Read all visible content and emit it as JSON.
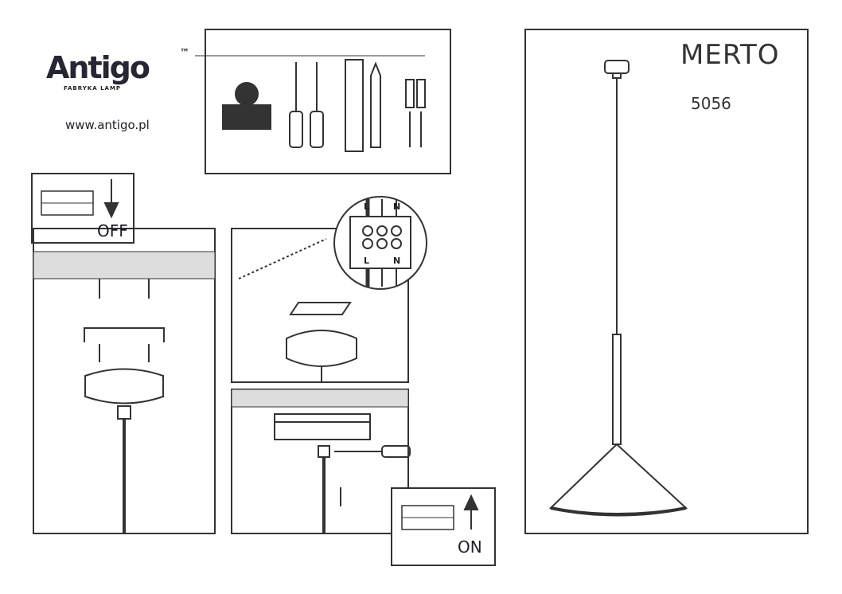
{
  "brand": {
    "name": "Antigo",
    "trademark": "™",
    "tagline": "FABRYKA LAMP",
    "website": "www.antigo.pl"
  },
  "product": {
    "name": "MERTO",
    "code": "5056"
  },
  "steps": {
    "power_off_label": "OFF",
    "power_on_label": "ON"
  },
  "wiring": {
    "live": "L",
    "neutral": "N"
  },
  "colors": {
    "line": "#333333",
    "text": "#1e1e28"
  }
}
